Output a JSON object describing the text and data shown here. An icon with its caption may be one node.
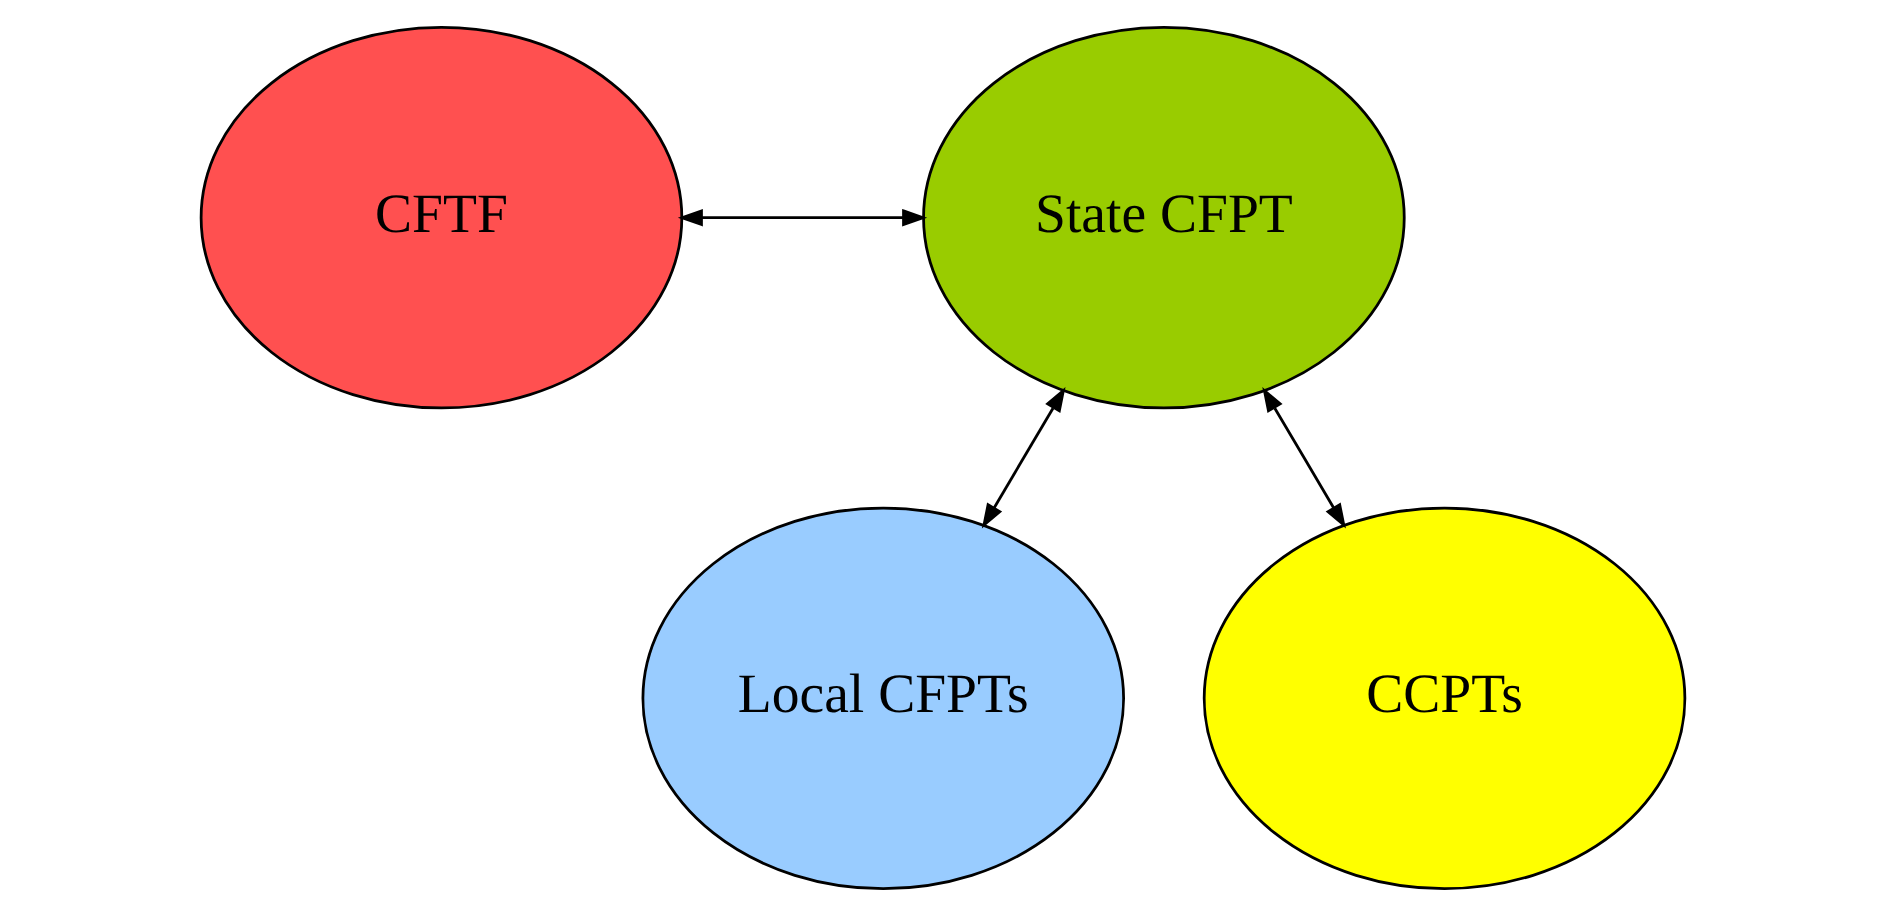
{
  "diagram": {
    "nodes": [
      {
        "text": [
          "CFTF"
        ]
      },
      {
        "text": [
          "State CFPT"
        ]
      },
      {
        "text": [
          "Local CFPTs"
        ]
      },
      {
        "text": [
          "CCPTs"
        ]
      }
    ],
    "edges": [
      {
        "from": 0,
        "to": 1,
        "arrow": "both"
      },
      {
        "from": 1,
        "to": 2,
        "arrow": "both"
      },
      {
        "from": 1,
        "to": 3,
        "arrow": "both"
      }
    ]
  }
}
